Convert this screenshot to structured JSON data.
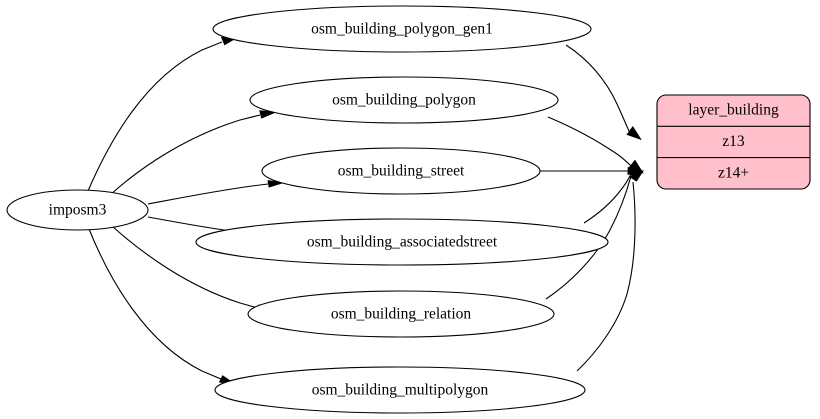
{
  "diagram": {
    "type": "directed-graph",
    "background_color": "#ffffff",
    "edge_color": "#000000",
    "node_fill": "#ffffff",
    "node_stroke": "#000000",
    "source": {
      "id": "imposm3",
      "label": "imposm3",
      "shape": "ellipse"
    },
    "tables": [
      {
        "id": "osm_building_polygon_gen1",
        "label": "osm_building_polygon_gen1",
        "shape": "ellipse",
        "target_row": "z13"
      },
      {
        "id": "osm_building_polygon",
        "label": "osm_building_polygon",
        "shape": "ellipse",
        "target_row": "z14+"
      },
      {
        "id": "osm_building_street",
        "label": "osm_building_street",
        "shape": "ellipse",
        "target_row": "z14+"
      },
      {
        "id": "osm_building_associatedstreet",
        "label": "osm_building_associatedstreet",
        "shape": "ellipse",
        "target_row": "z14+"
      },
      {
        "id": "osm_building_relation",
        "label": "osm_building_relation",
        "shape": "ellipse",
        "target_row": "z14+"
      },
      {
        "id": "osm_building_multipolygon",
        "label": "osm_building_multipolygon",
        "shape": "ellipse",
        "target_row": "z14+"
      }
    ],
    "layer": {
      "id": "layer_building",
      "shape": "record",
      "fill_color": "#ffc0cb",
      "stroke_color": "#000000",
      "rows": [
        {
          "id": "title",
          "label": "layer_building"
        },
        {
          "id": "z13",
          "label": "z13"
        },
        {
          "id": "z14plus",
          "label": "z14+"
        }
      ]
    },
    "edges": [
      {
        "from": "imposm3",
        "to": "osm_building_polygon_gen1"
      },
      {
        "from": "imposm3",
        "to": "osm_building_polygon"
      },
      {
        "from": "imposm3",
        "to": "osm_building_street"
      },
      {
        "from": "imposm3",
        "to": "osm_building_associatedstreet"
      },
      {
        "from": "imposm3",
        "to": "osm_building_relation"
      },
      {
        "from": "imposm3",
        "to": "osm_building_multipolygon"
      },
      {
        "from": "osm_building_polygon_gen1",
        "to": "layer_building:z13"
      },
      {
        "from": "osm_building_polygon",
        "to": "layer_building:z14+"
      },
      {
        "from": "osm_building_street",
        "to": "layer_building:z14+"
      },
      {
        "from": "osm_building_associatedstreet",
        "to": "layer_building:z14+"
      },
      {
        "from": "osm_building_relation",
        "to": "layer_building:z14+"
      },
      {
        "from": "osm_building_multipolygon",
        "to": "layer_building:z14+"
      }
    ]
  }
}
